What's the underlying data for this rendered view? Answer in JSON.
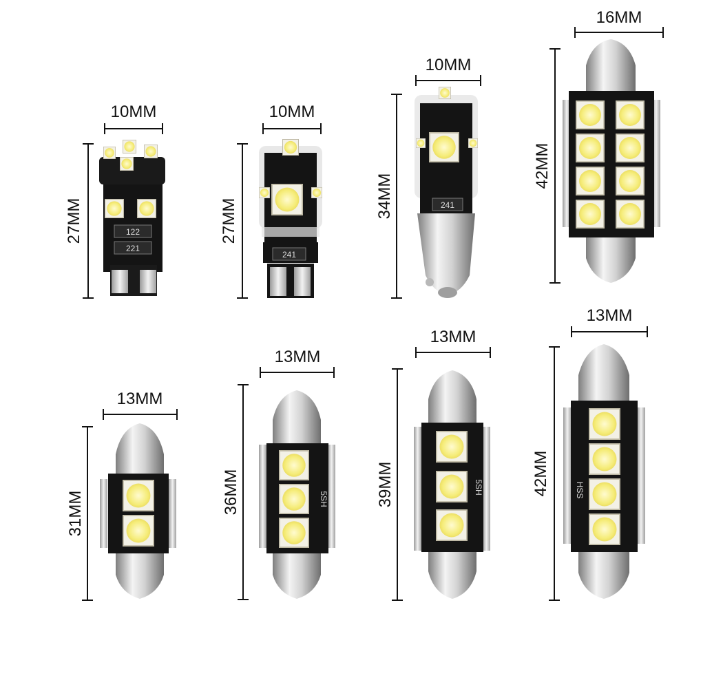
{
  "colors": {
    "dimension_line": "#111111",
    "pcb": "#141414",
    "led_face": "#f3f0e4",
    "led_chip": "#f7ef8a",
    "metal_light": "#eeeeee",
    "metal_dark": "#8a8a8a"
  },
  "bulbs": [
    {
      "id": "t10-8smd",
      "width_label": "10MM",
      "height_label": "27MM",
      "chip_label_1": "122",
      "chip_label_2": "221"
    },
    {
      "id": "t10-5smd",
      "width_label": "10MM",
      "height_label": "27MM",
      "chip_label_1": "241"
    },
    {
      "id": "ba9s-5smd",
      "width_label": "10MM",
      "height_label": "34MM",
      "chip_label_1": "241"
    },
    {
      "id": "festoon-42-8smd",
      "width_label": "16MM",
      "height_label": "42MM"
    },
    {
      "id": "festoon-31-2smd",
      "width_label": "13MM",
      "height_label": "31MM"
    },
    {
      "id": "festoon-36-3smd",
      "width_label": "13MM",
      "height_label": "36MM"
    },
    {
      "id": "festoon-39-3smd",
      "width_label": "13MM",
      "height_label": "39MM"
    },
    {
      "id": "festoon-42-4smd",
      "width_label": "13MM",
      "height_label": "42MM"
    }
  ]
}
